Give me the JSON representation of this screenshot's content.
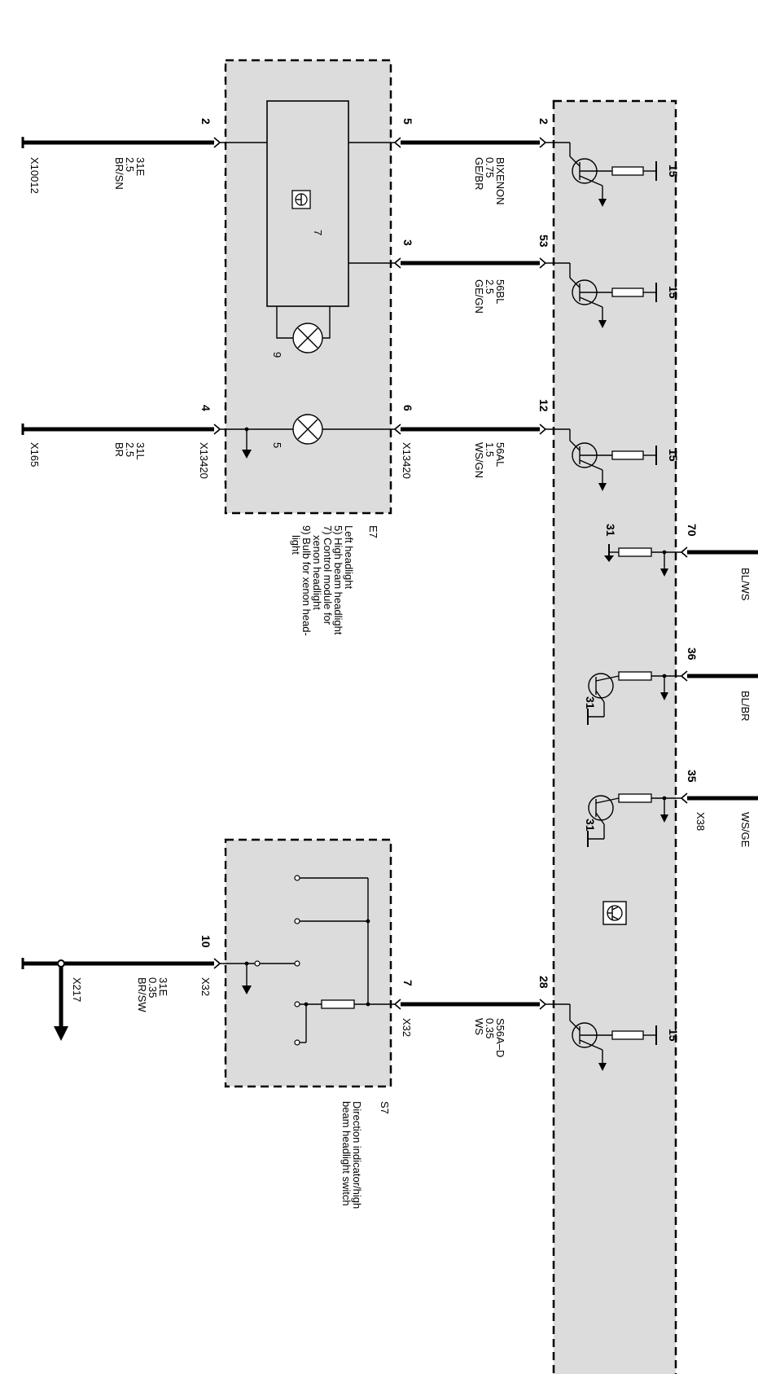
{
  "e7": {
    "id": "E7",
    "title": "Left headlight",
    "items": [
      "5) High beam headlight",
      "7) Control module for",
      "xenon headlight",
      "9) Bulb for xenon head-",
      "light"
    ],
    "comp_numbers": [
      "7",
      "9",
      "5"
    ],
    "pins_left": [
      "2",
      "4"
    ],
    "pins_right": [
      "5",
      "3",
      "6"
    ],
    "connector": "X13420"
  },
  "s7": {
    "id": "S7",
    "title": "Direction indicator/high",
    "title2": "beam headlight switch",
    "pin_left": "10",
    "pin_right": "7",
    "connector": "X32"
  },
  "ground_wires": [
    {
      "id": "X10012",
      "name": "31E",
      "gauge": "2.5",
      "color": "BR/SN"
    },
    {
      "id": "X165",
      "name": "31L",
      "gauge": "2.5",
      "color": "BR"
    },
    {
      "id": "X217",
      "name": "31E",
      "gauge": "0.35",
      "color": "BR/SW"
    }
  ],
  "module_wires": [
    {
      "name": "BIXENON",
      "gauge": "0.75",
      "color": "GE/BR"
    },
    {
      "name": "56BL",
      "gauge": "2.5",
      "color": "GE/GN"
    },
    {
      "name": "56AL",
      "gauge": "1.5",
      "color": "WS/GN"
    },
    {
      "name": "S56A–D",
      "gauge": "0.35",
      "color": "WS"
    }
  ],
  "module_pins": [
    "2",
    "53",
    "12",
    "70",
    "36",
    "35",
    "28"
  ],
  "module_supply": [
    "15",
    "15",
    "15",
    "15"
  ],
  "module_ground": [
    "31",
    "31",
    "31"
  ],
  "right_wires": [
    "BL/WS",
    "BL/BR",
    "WS/GE"
  ],
  "right_connector": "X38"
}
